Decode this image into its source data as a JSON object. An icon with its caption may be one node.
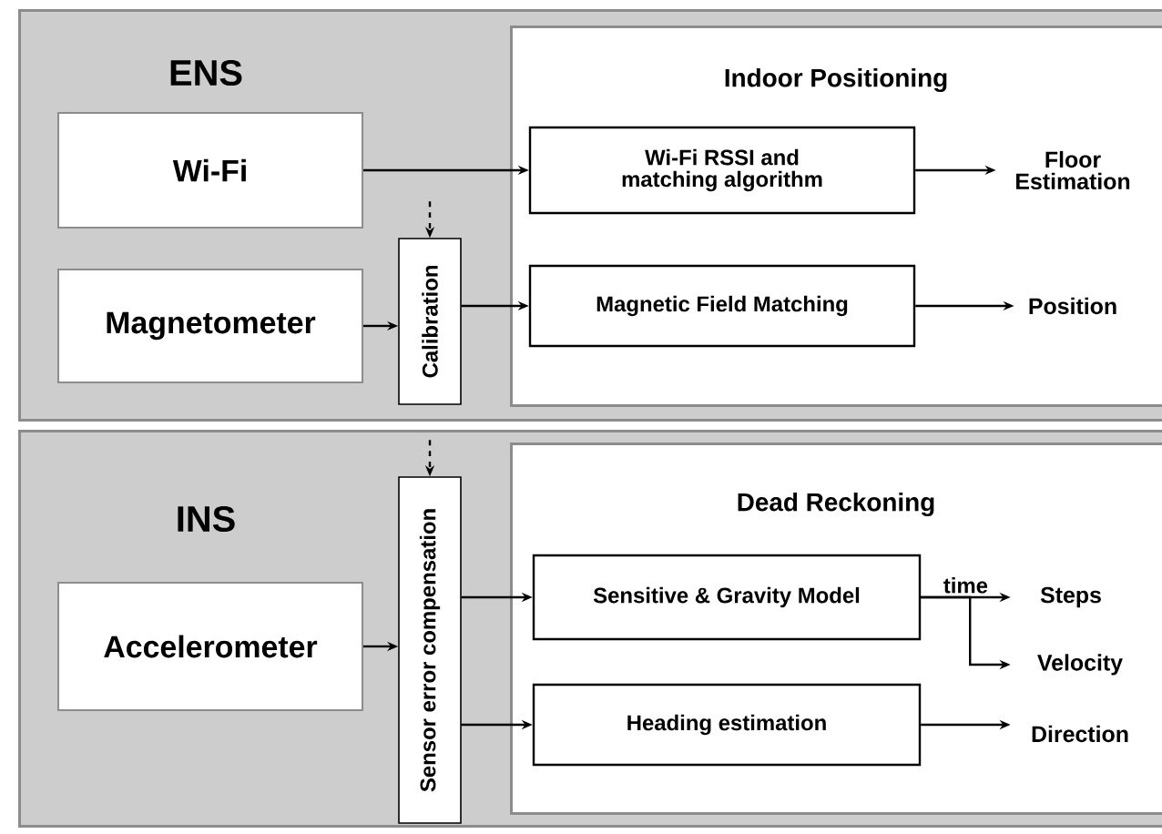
{
  "diagram": {
    "nodes": [
      {
        "text": [
          "ENS"
        ]
      },
      {
        "text": [
          "Indoor Positioning"
        ],
        "in": 0
      },
      {
        "text": [
          "Wi-Fi"
        ],
        "in": 0
      },
      {
        "text": [
          "Magnetometer"
        ],
        "in": 0
      },
      {
        "text": [
          "Calibration"
        ],
        "in": 0
      },
      {
        "text": [
          "Wi-Fi RSSI and matching algorithm"
        ],
        "in": 1
      },
      {
        "text": [
          "Magnetic Field Matching"
        ],
        "in": 1
      },
      {
        "text": [
          "Floor Estimation"
        ],
        "in": 1
      },
      {
        "text": [
          "Position"
        ],
        "in": 1
      },
      {
        "text": [
          "INS"
        ]
      },
      {
        "text": [
          "Dead Reckoning"
        ],
        "in": 9
      },
      {
        "text": [
          "Accelerometer"
        ],
        "in": 9
      },
      {
        "text": [
          "Sensor error compensation"
        ],
        "in": 9
      },
      {
        "text": [
          "Sensitive & Gravity Model"
        ],
        "in": 10
      },
      {
        "text": [
          "Heading estimation"
        ],
        "in": 10
      },
      {
        "text": [
          "Steps"
        ],
        "in": 10
      },
      {
        "text": [
          "Velocity"
        ],
        "in": 10
      },
      {
        "text": [
          "Direction"
        ],
        "in": 10
      }
    ],
    "edges": [
      {
        "from": 2,
        "to": 5,
        "arrow": "to"
      },
      {
        "from": null,
        "to": 4,
        "arrow": "to",
        "style": "dashed"
      },
      {
        "from": 3,
        "to": 4,
        "arrow": "to"
      },
      {
        "from": 4,
        "to": 6,
        "arrow": "to"
      },
      {
        "from": 5,
        "to": 7,
        "arrow": "to"
      },
      {
        "from": 6,
        "to": 8,
        "arrow": "to"
      },
      {
        "from": null,
        "to": 12,
        "arrow": "to",
        "style": "dashed"
      },
      {
        "from": 11,
        "to": 12,
        "arrow": "to"
      },
      {
        "from": 12,
        "to": 13,
        "arrow": "to"
      },
      {
        "from": 12,
        "to": 14,
        "arrow": "to"
      },
      {
        "from": 13,
        "to": 15,
        "arrow": "to",
        "label": "time"
      },
      {
        "from": 13,
        "to": 16,
        "arrow": "to"
      },
      {
        "from": 14,
        "to": 17,
        "arrow": "to"
      }
    ]
  }
}
